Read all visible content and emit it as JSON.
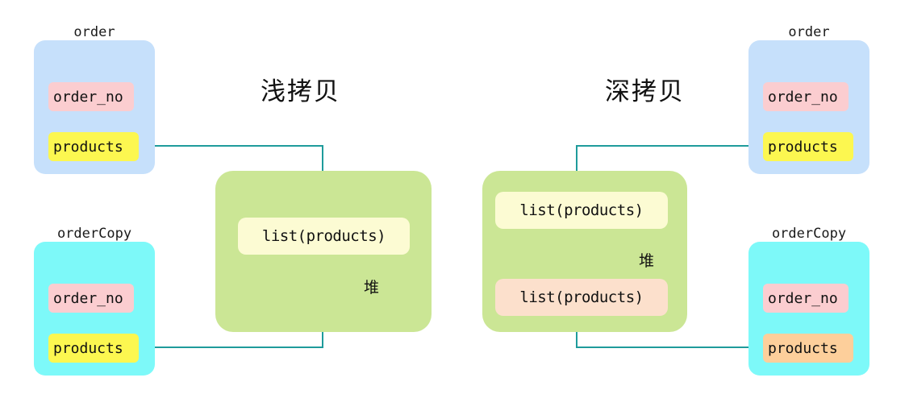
{
  "diagram": {
    "sections": [
      {
        "id": "shallow",
        "title": "浅拷贝",
        "heap_label": "堆",
        "heap_boxes": [
          {
            "label": "list(products)",
            "tone": "cream"
          }
        ],
        "cards": [
          {
            "id": "order",
            "caption": "order",
            "tone": "blue",
            "fields": [
              {
                "name": "order_no",
                "label": "order_no",
                "tone": "pink"
              },
              {
                "name": "products",
                "label": "products",
                "tone": "yellow"
              }
            ]
          },
          {
            "id": "orderCopy",
            "caption": "orderCopy",
            "tone": "cyan",
            "fields": [
              {
                "name": "order_no",
                "label": "order_no",
                "tone": "pink"
              },
              {
                "name": "products",
                "label": "products",
                "tone": "yellow"
              }
            ]
          }
        ]
      },
      {
        "id": "deep",
        "title": "深拷贝",
        "heap_label": "堆",
        "heap_boxes": [
          {
            "label": "list(products)",
            "tone": "cream"
          },
          {
            "label": "list(products)",
            "tone": "peach"
          }
        ],
        "cards": [
          {
            "id": "order",
            "caption": "order",
            "tone": "blue",
            "fields": [
              {
                "name": "order_no",
                "label": "order_no",
                "tone": "pink"
              },
              {
                "name": "products",
                "label": "products",
                "tone": "yellow"
              }
            ]
          },
          {
            "id": "orderCopy",
            "caption": "orderCopy",
            "tone": "cyan",
            "fields": [
              {
                "name": "order_no",
                "label": "order_no",
                "tone": "pink"
              },
              {
                "name": "products",
                "label": "products",
                "tone": "orange"
              }
            ]
          }
        ]
      }
    ],
    "colors": {
      "background": "#ffffff",
      "card_blue": "#c6e0fb",
      "card_cyan": "#7df9f9",
      "field_pink": "#fbcdd0",
      "field_yellow": "#fcf750",
      "field_orange": "#fdcf9b",
      "heap_green": "#cbe695",
      "heap_box_cream": "#fcfbd3",
      "heap_box_peach": "#fce0cc",
      "connector": "#1f9b9b",
      "text": "#111111"
    },
    "connectors": [
      {
        "id": "shallow-order-to-list",
        "from": "shallow.order.products",
        "to": "shallow.heap.box0"
      },
      {
        "id": "shallow-ordercopy-to-list",
        "from": "shallow.orderCopy.products",
        "to": "shallow.heap.box0"
      },
      {
        "id": "deep-order-to-list",
        "from": "deep.order.products",
        "to": "deep.heap.box0"
      },
      {
        "id": "deep-ordercopy-to-list",
        "from": "deep.orderCopy.products",
        "to": "deep.heap.box1"
      }
    ]
  }
}
